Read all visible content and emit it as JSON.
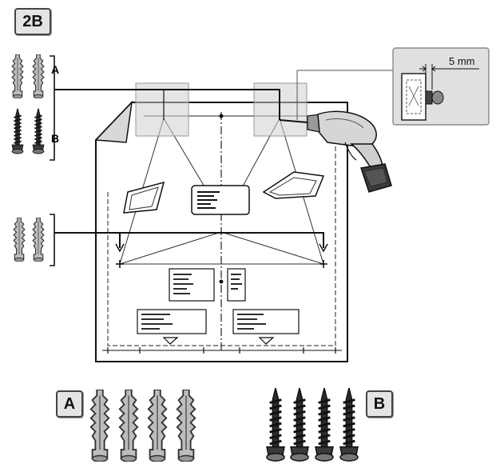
{
  "step_label": "2B",
  "bracket_labels": {
    "top": "A",
    "bottom": "B"
  },
  "part_badges": {
    "anchors": "A",
    "screws": "B"
  },
  "detail": {
    "measurement": "5 mm"
  },
  "icons": [
    "wall-anchor-icon",
    "screw-icon",
    "drill-icon",
    "template-sheet-icon",
    "mount-plate-detail-icon"
  ]
}
